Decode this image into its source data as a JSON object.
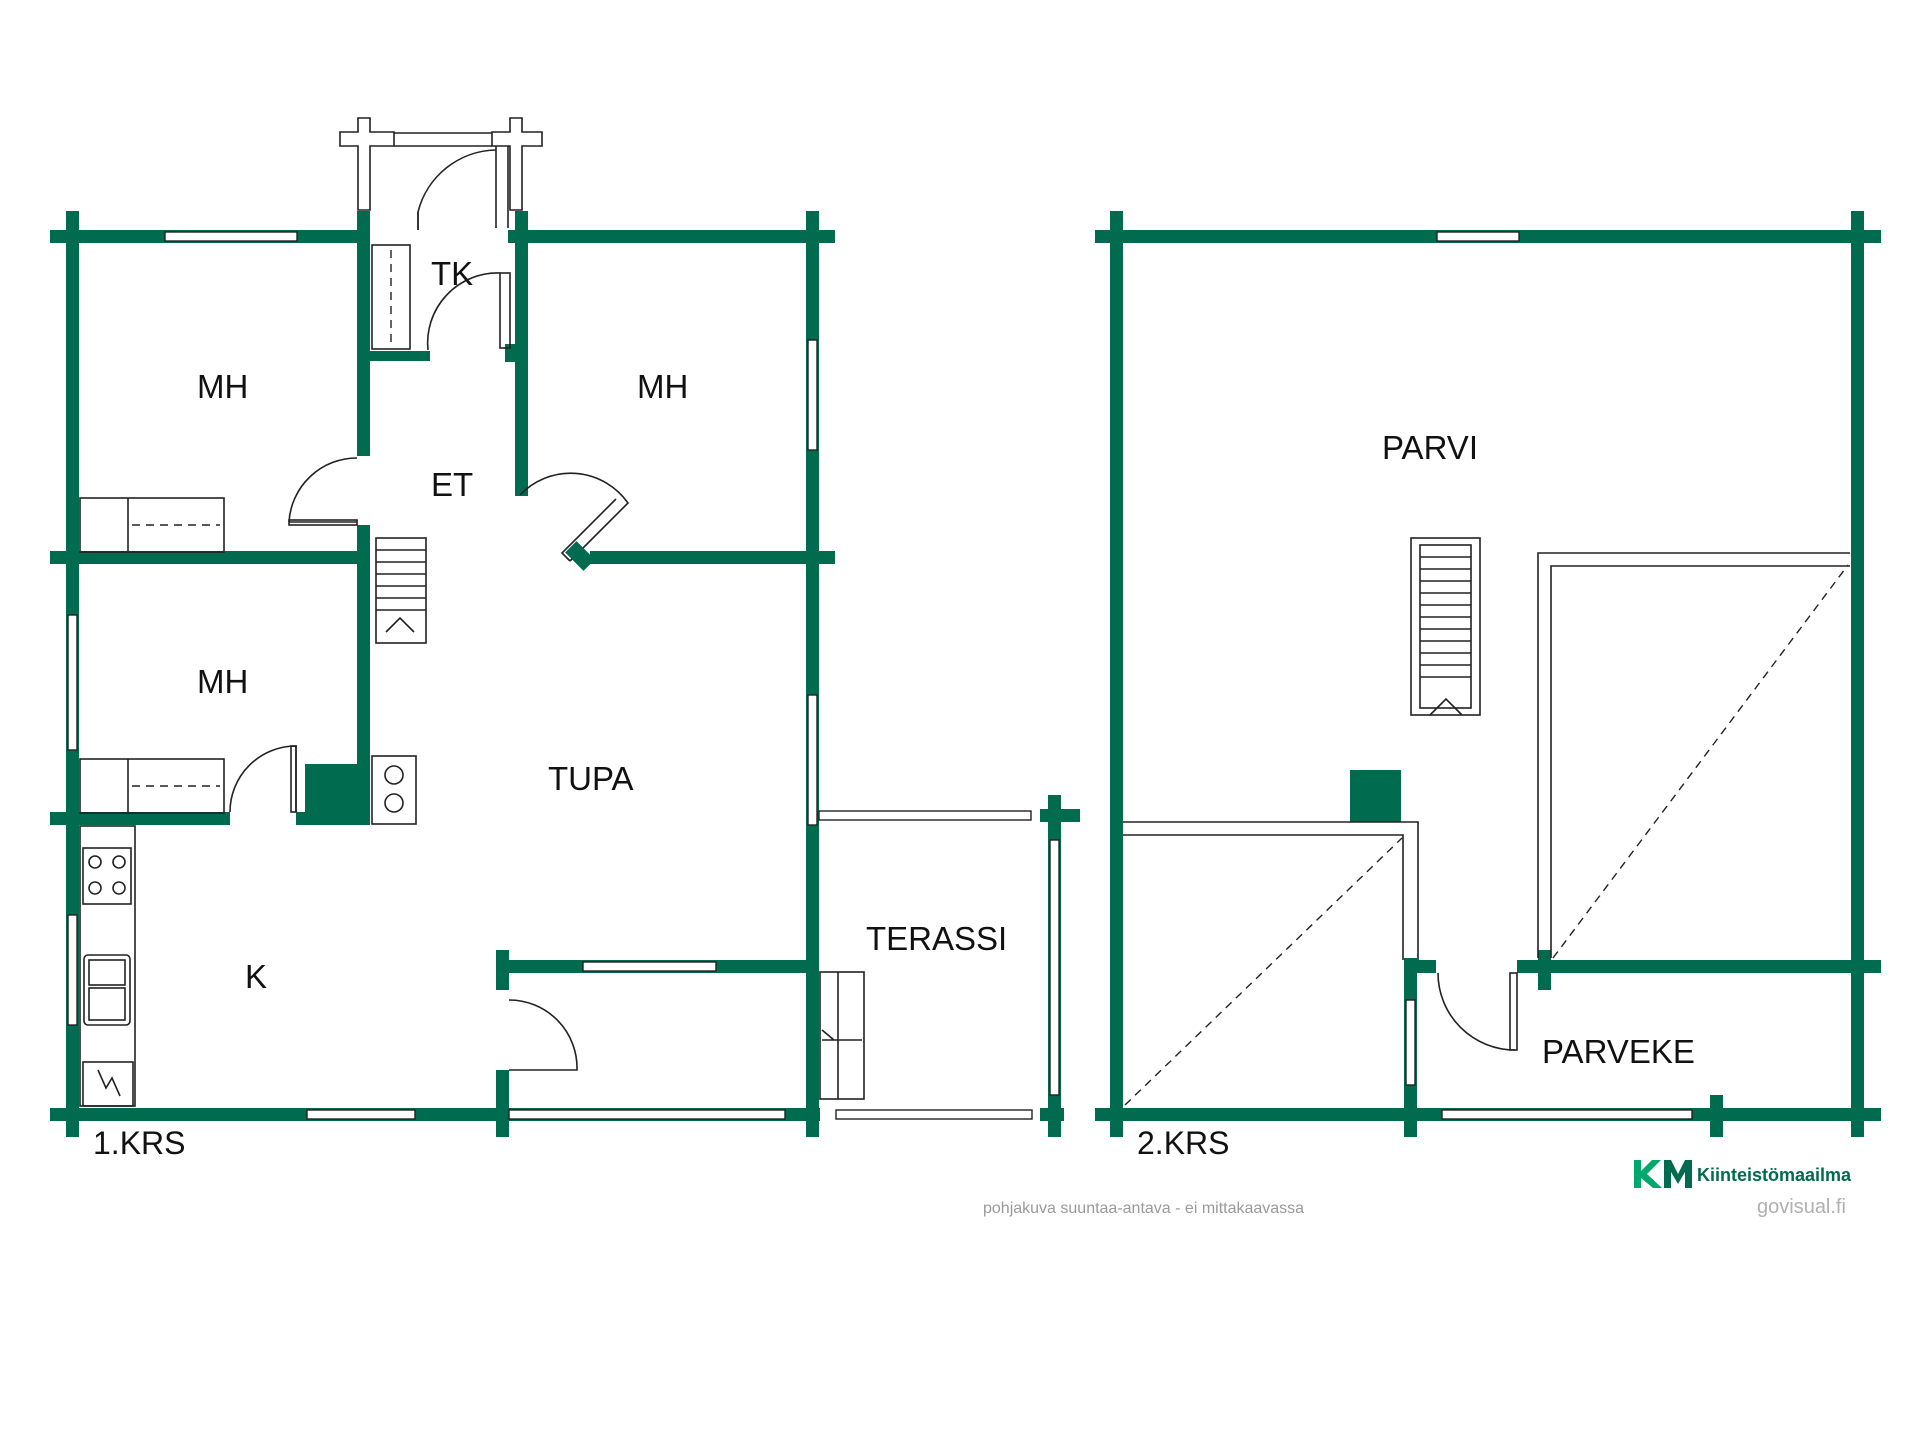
{
  "floor_1": {
    "label": "1.KRS",
    "rooms": {
      "tk": "TK",
      "mh_left_top": "MH",
      "mh_right": "MH",
      "et": "ET",
      "mh_left_bottom": "MH",
      "tupa": "TUPA",
      "k": "K",
      "terassi": "TERASSI"
    }
  },
  "floor_2": {
    "label": "2.KRS",
    "rooms": {
      "parvi": "PARVI",
      "parveke": "PARVEKE"
    }
  },
  "footer": {
    "note": "pohjakuva suuntaa-antava - ei mittakaavassa",
    "brand_name": "Kiinteistömaailma",
    "brand_logo": "KM",
    "site": "govisual.fi"
  },
  "colors": {
    "wall": "#006b4f",
    "logo_green": "#00a86b",
    "line": "#222222"
  }
}
